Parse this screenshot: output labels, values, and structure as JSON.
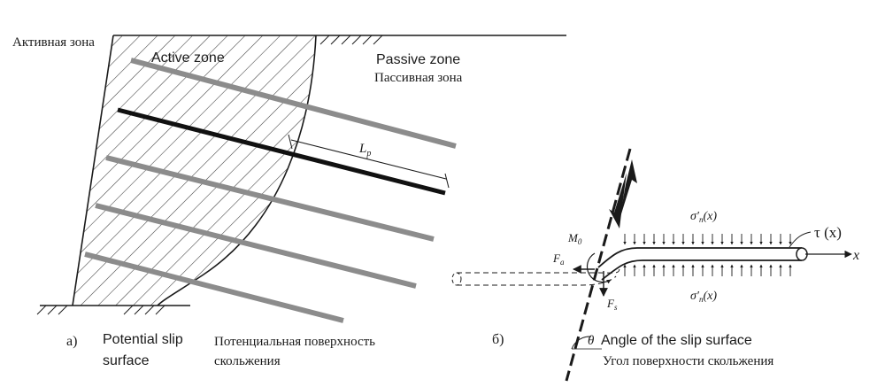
{
  "panel_a": {
    "panel_label": "а)",
    "active_zone_ru": "Активная зона",
    "active_zone_en": "Active zone",
    "passive_zone_en": "Passive zone",
    "passive_zone_ru": "Пассивная зона",
    "lp_label": "L",
    "lp_sub": "p",
    "slip_surface_en_1": "Potential slip",
    "slip_surface_en_2": "surface",
    "slip_surface_ru_1": "Потенциальная поверхность",
    "slip_surface_ru_2": "скольжения"
  },
  "panel_b": {
    "panel_label": "б)",
    "m0_label": "M",
    "m0_sub": "0",
    "fa_label": "F",
    "fa_sub": "a",
    "fs_label": "F",
    "fs_sub": "s",
    "sigma_top_symbol": "σ′",
    "sigma_top_sub": "n",
    "sigma_top_arg": "(x)",
    "sigma_bottom_symbol": "σ′",
    "sigma_bottom_sub": "n",
    "sigma_bottom_arg": "(x)",
    "tau_label": "τ (x)",
    "x_axis_label": "x",
    "theta_label": "θ",
    "angle_en": "Angle of the slip surface",
    "angle_ru": "Угол поверхности скольжения"
  },
  "colors": {
    "ink": "#1a1a1a",
    "nail_gray": "#8c8c8c",
    "nail_black": "#111111",
    "hatch": "#3a3a3a"
  }
}
